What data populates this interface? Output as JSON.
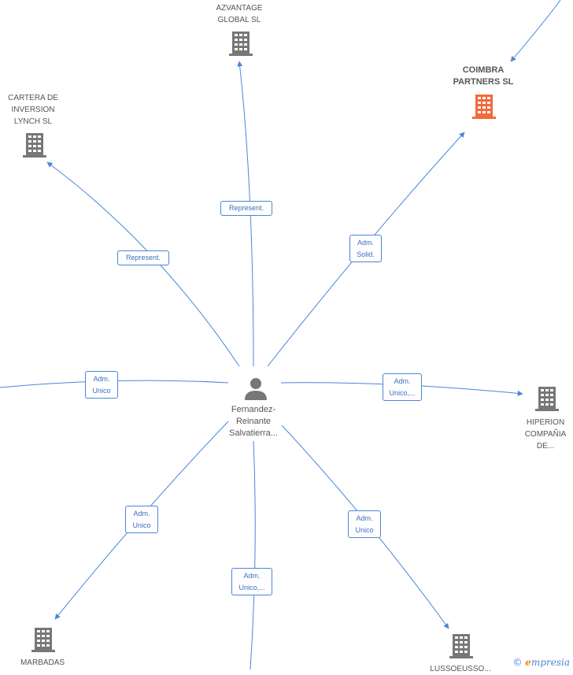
{
  "center": {
    "name": "Fernandez-\nReinante\nSalvatierra...",
    "icon": "person-icon"
  },
  "companies": [
    {
      "id": "azvantage",
      "label": "AZVANTAGE\nGLOBAL  SL",
      "icon": "building-icon",
      "highlight": false
    },
    {
      "id": "coimbra",
      "label": "COIMBRA\nPARTNERS  SL",
      "icon": "building-icon",
      "highlight": true
    },
    {
      "id": "cartera",
      "label": "CARTERA DE\nINVERSION\nLYNCH  SL",
      "icon": "building-icon",
      "highlight": false
    },
    {
      "id": "hiperion",
      "label": "HIPERION\nCOMPAÑIA\nDE...",
      "icon": "building-icon",
      "highlight": false
    },
    {
      "id": "marbadas",
      "label": "MARBADAS",
      "icon": "building-icon",
      "highlight": false
    },
    {
      "id": "lussoeusso",
      "label": "LUSSOEUSSO...",
      "icon": "building-icon",
      "highlight": false
    }
  ],
  "relations": [
    {
      "to": "azvantage",
      "label": "Represent."
    },
    {
      "to": "cartera",
      "label": "Represent."
    },
    {
      "to": "coimbra",
      "label": "Adm.\nSolid."
    },
    {
      "to": "left-offscreen",
      "label": "Adm.\nUnico"
    },
    {
      "to": "hiperion",
      "label": "Adm.\nUnico,..."
    },
    {
      "to": "marbadas",
      "label": "Adm.\nUnico"
    },
    {
      "to": "lussoeusso",
      "label": "Adm.\nUnico"
    },
    {
      "to": "bottom-offscreen",
      "label": "Adm.\nUnico,..."
    }
  ],
  "colors": {
    "edge": "#4a86d8",
    "building": "#777777",
    "highlight": "#f26a3d"
  },
  "watermark": {
    "symbol": "©",
    "brand_initial": "e",
    "brand_rest": "mpresia"
  }
}
